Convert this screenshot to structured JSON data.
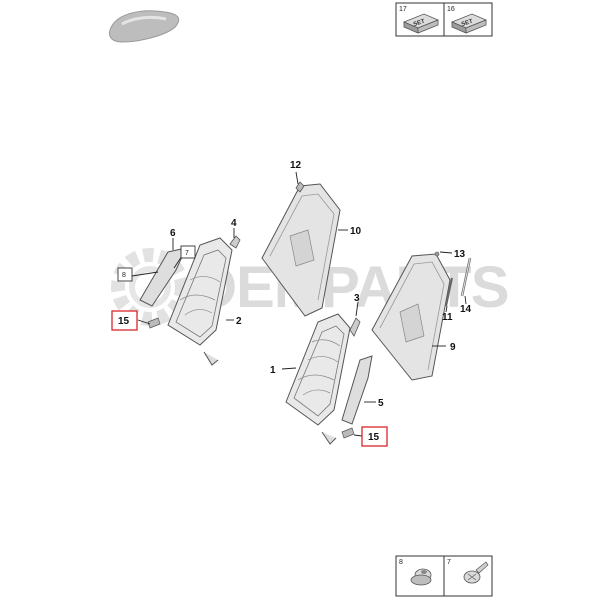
{
  "watermark": {
    "text": "OEMPARTS"
  },
  "callouts": {
    "c1": "1",
    "c2": "2",
    "c3": "3",
    "c4": "4",
    "c5": "5",
    "c6": "6",
    "c7": "7",
    "c8": "8",
    "c9": "9",
    "c10": "10",
    "c11": "11",
    "c12": "12",
    "c13": "13",
    "c14": "14",
    "c15a": "15",
    "c15b": "15"
  },
  "kit_boxes": [
    {
      "number": "17",
      "label": "SET"
    },
    {
      "number": "16",
      "label": "SET"
    }
  ],
  "hardware_boxes": [
    {
      "number": "8"
    },
    {
      "number": "7"
    }
  ],
  "colors": {
    "highlight": "#d9262c",
    "line": "#222222",
    "part_fill": "#e6e6e6"
  }
}
